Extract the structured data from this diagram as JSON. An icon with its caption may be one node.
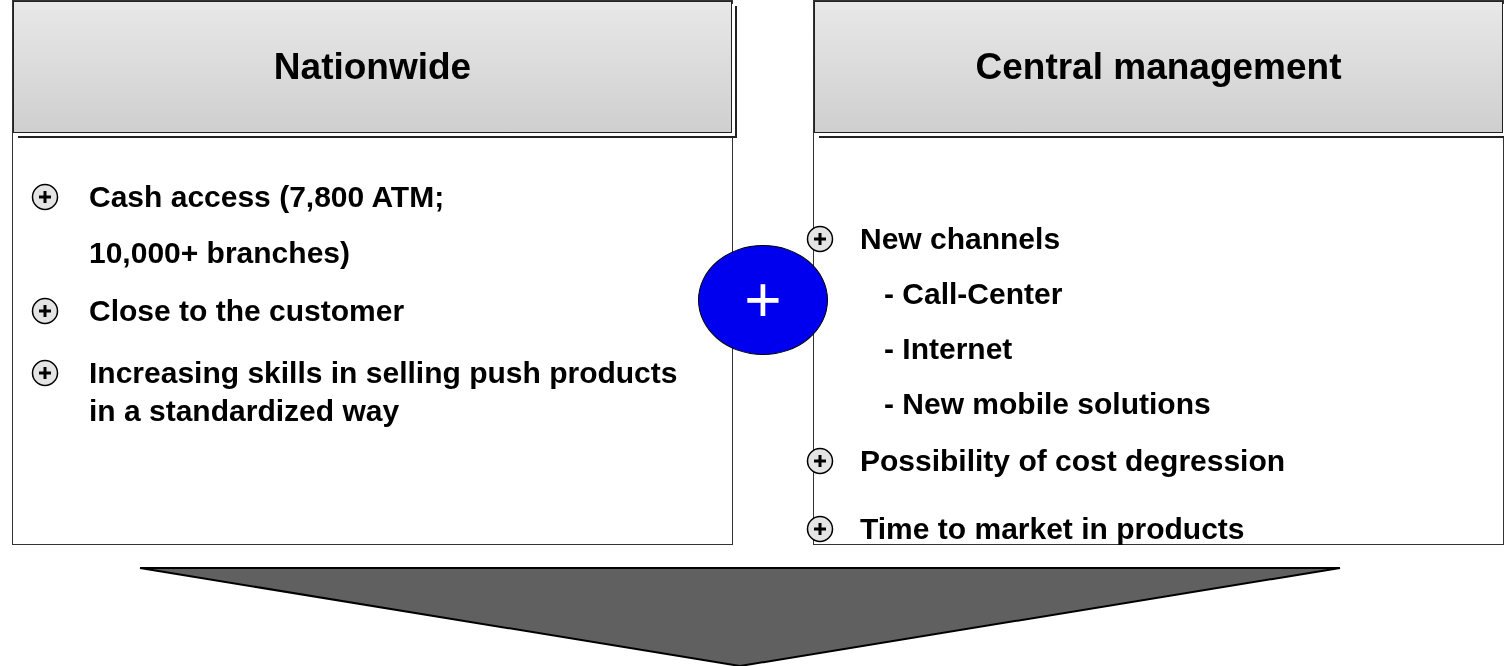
{
  "diagram": {
    "nodes": [
      {
        "text": [
          "Nationwide",
          "Cash access (7,800 ATM; 10,000+ branches)",
          "Close to the customer",
          "Increasing skills in selling push products in a standardized way"
        ]
      },
      {
        "text": [
          "Central management",
          "New channels",
          "- Call-Center",
          "- Internet",
          "- New mobile solutions",
          "Possibility of cost degression",
          "Time to market in products"
        ]
      },
      {
        "text": [
          "+"
        ]
      },
      {
        "text": [],
        "shape": "triangle"
      }
    ]
  }
}
